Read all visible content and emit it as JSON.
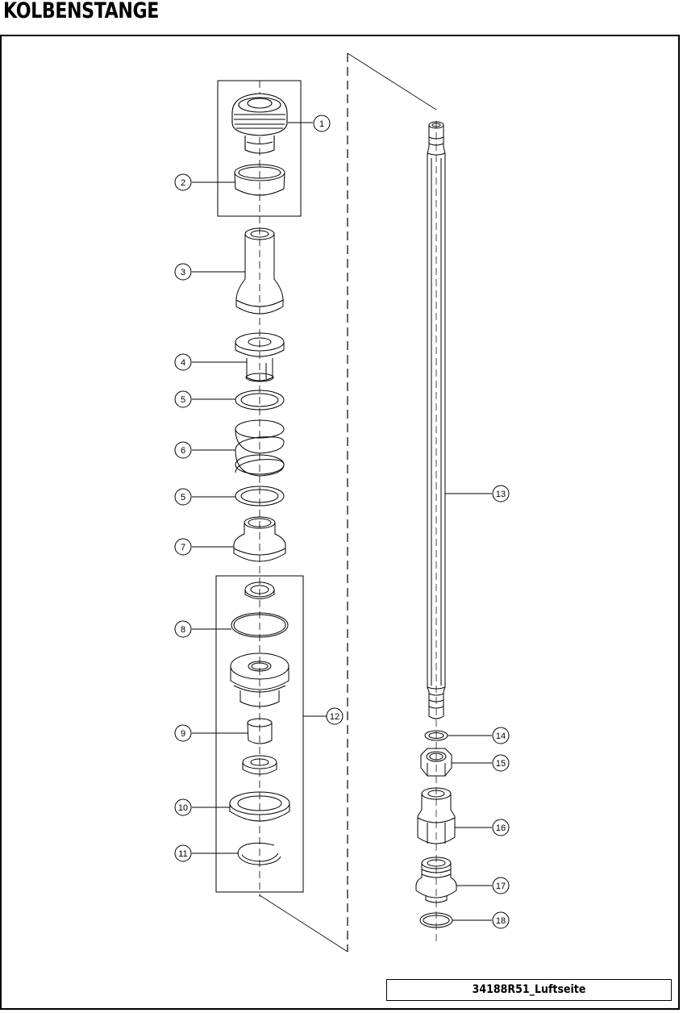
{
  "header": {
    "title": "KOLBENSTANGE"
  },
  "drawing": {
    "callouts": [
      {
        "id": "1",
        "label": "1"
      },
      {
        "id": "2",
        "label": "2"
      },
      {
        "id": "3",
        "label": "3"
      },
      {
        "id": "4",
        "label": "4"
      },
      {
        "id": "5a",
        "label": "5"
      },
      {
        "id": "6",
        "label": "6"
      },
      {
        "id": "5b",
        "label": "5"
      },
      {
        "id": "7",
        "label": "7"
      },
      {
        "id": "8",
        "label": "8"
      },
      {
        "id": "9",
        "label": "9"
      },
      {
        "id": "10",
        "label": "10"
      },
      {
        "id": "11",
        "label": "11"
      },
      {
        "id": "12",
        "label": "12"
      },
      {
        "id": "13",
        "label": "13"
      },
      {
        "id": "14",
        "label": "14"
      },
      {
        "id": "15",
        "label": "15"
      },
      {
        "id": "16",
        "label": "16"
      },
      {
        "id": "17",
        "label": "17"
      },
      {
        "id": "18",
        "label": "18"
      }
    ]
  },
  "footer": {
    "part_code": "34188R51_Luftseite"
  }
}
